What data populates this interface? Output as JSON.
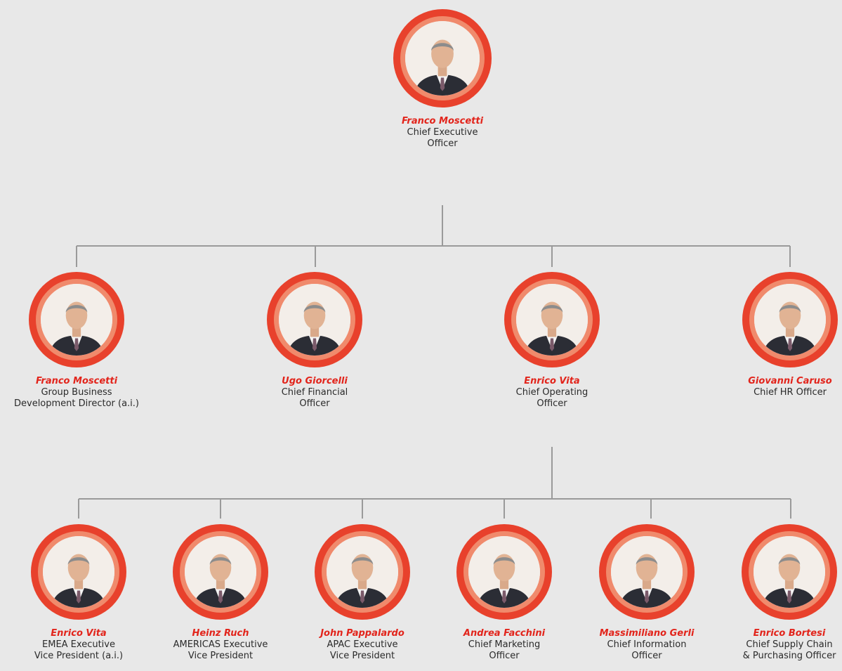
{
  "ceo": {
    "name": "Franco Moscetti",
    "role": "Chief Executive\nOfficer",
    "photo": "portrait-photo"
  },
  "level2": [
    {
      "name": "Franco Moscetti",
      "role": "Group Business\nDevelopment Director (a.i.)",
      "photo": "portrait-photo"
    },
    {
      "name": "Ugo Giorcelli",
      "role": "Chief Financial\nOfficer",
      "photo": "portrait-photo"
    },
    {
      "name": "Enrico Vita",
      "role": "Chief Operating\nOfficer",
      "photo": "portrait-photo"
    },
    {
      "name": "Giovanni Caruso",
      "role": "Chief HR Officer",
      "photo": "portrait-photo"
    }
  ],
  "level3": [
    {
      "name": "Enrico Vita",
      "role": "EMEA Executive\nVice President (a.i.)",
      "photo": "portrait-photo"
    },
    {
      "name": "Heinz Ruch",
      "role": "AMERICAS Executive\nVice President",
      "photo": "portrait-photo"
    },
    {
      "name": "John Pappalardo",
      "role": "APAC Executive\nVice President",
      "photo": "portrait-photo"
    },
    {
      "name": "Andrea Facchini",
      "role": "Chief Marketing\nOfficer",
      "photo": "portrait-photo"
    },
    {
      "name": "Massimiliano Gerli",
      "role": "Chief Information\nOfficer",
      "photo": "portrait-photo"
    },
    {
      "name": "Enrico Bortesi",
      "role": "Chief Supply Chain\n& Purchasing Officer",
      "photo": "portrait-photo"
    }
  ],
  "colors": {
    "ring_outer": "#e8412c",
    "ring_inner": "#f08a6c",
    "name_text": "#e2241b",
    "connector": "#9a9a9a",
    "background": "#e8e8e8"
  }
}
